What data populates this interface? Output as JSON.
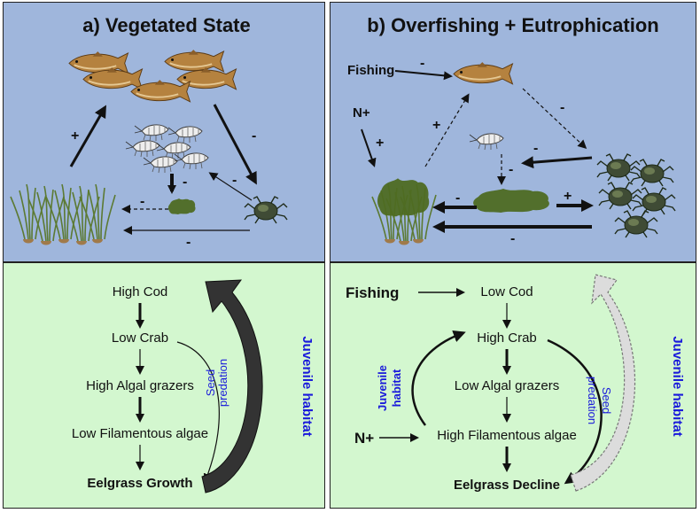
{
  "panel_a": {
    "title": "a) Vegetated State",
    "signs": {
      "seagrass_to_cod": "+",
      "cod_to_crab": "-",
      "grazer_to_algae": "-",
      "crab_to_grazer": "-",
      "algae_to_seagrass": "-",
      "crab_to_seagrass": "-"
    },
    "chain": [
      "High Cod",
      "Low Crab",
      "High Algal grazers",
      "Low Filamentous algae",
      "Eelgrass Growth"
    ],
    "seed_predation": [
      "Seed",
      "predation"
    ],
    "juvenile_habitat": "Juvenile habitat"
  },
  "panel_b": {
    "title": "b) Overfishing + Eutrophication",
    "fishing_label": "Fishing",
    "nutrient_label": "N+",
    "signs": {
      "fishing_to_cod": "-",
      "nutrient_to_algae": "+",
      "cod_to_crab": "-",
      "algae_to_cod": "+",
      "crab_to_shrimp": "-",
      "shrimp_to_algae": "-",
      "algae_to_seagrass": "-",
      "algae_to_crab": "+",
      "crab_to_seagrass": "-"
    },
    "fishing_text": "Fishing",
    "nutrient_text": "N+",
    "chain": [
      "Low Cod",
      "High Crab",
      "Low Algal grazers",
      "High Filamentous algae",
      "Eelgrass Decline"
    ],
    "juvenile_habitat_left": [
      "Juvenile",
      "habitat"
    ],
    "seed_predation": [
      "Seed",
      "predation"
    ],
    "juvenile_habitat_right": "Juvenile habitat"
  },
  "colors": {
    "top_panel": "#9fb6dc",
    "bottom_panel": "#d3f7cf",
    "blue_text": "#1a1adb",
    "fish": "#b5823f",
    "algae": "#4e6b22",
    "crab": "#3f4b35"
  },
  "icons": [
    "cod-fish-icon",
    "shrimp-icon",
    "crab-icon",
    "seagrass-icon",
    "filamentous-algae-icon"
  ]
}
